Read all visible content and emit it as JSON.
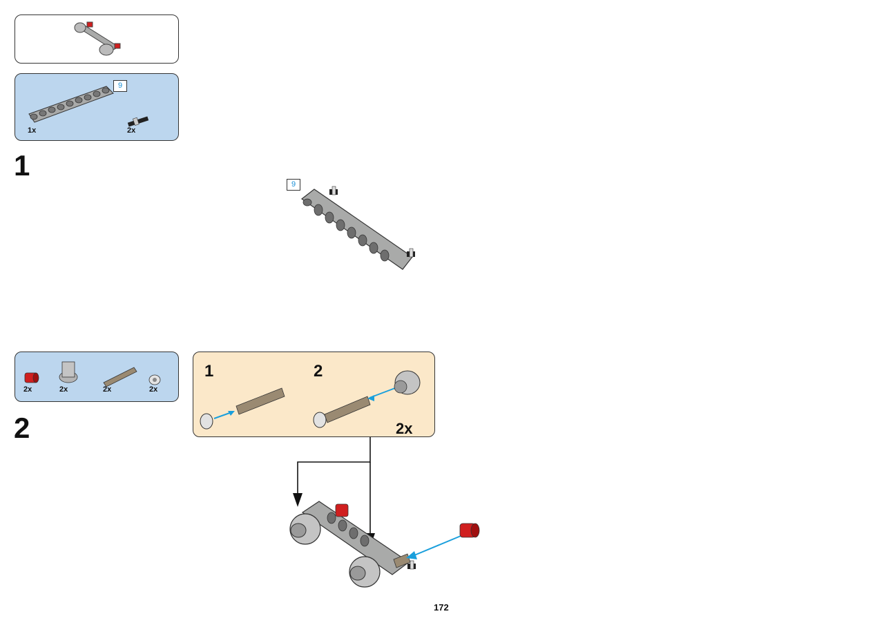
{
  "step1": {
    "number": "1",
    "parts": [
      {
        "name": "liftarm 9",
        "qty": "1x"
      },
      {
        "name": "pin",
        "qty": "2x"
      }
    ],
    "parts_length_badge": "9",
    "model_length_badge": "9"
  },
  "step2": {
    "number": "2",
    "parts": [
      {
        "name": "red bush",
        "qty": "2x"
      },
      {
        "name": "grey connector",
        "qty": "2x"
      },
      {
        "name": "tan axle",
        "qty": "2x"
      },
      {
        "name": "light bush",
        "qty": "2x"
      }
    ],
    "substep1_number": "1",
    "substep2_number": "2",
    "substep_multiplier": "2x"
  },
  "page": {
    "number": "172"
  },
  "colors": {
    "parts_bg": "#bcd6ee",
    "substep_bg": "#fbe8c9",
    "arrow_blue": "#1a9fdc",
    "brick_grey": "#a9aaa9",
    "brick_red": "#d01f1f",
    "axle_tan": "#9a8a72"
  }
}
